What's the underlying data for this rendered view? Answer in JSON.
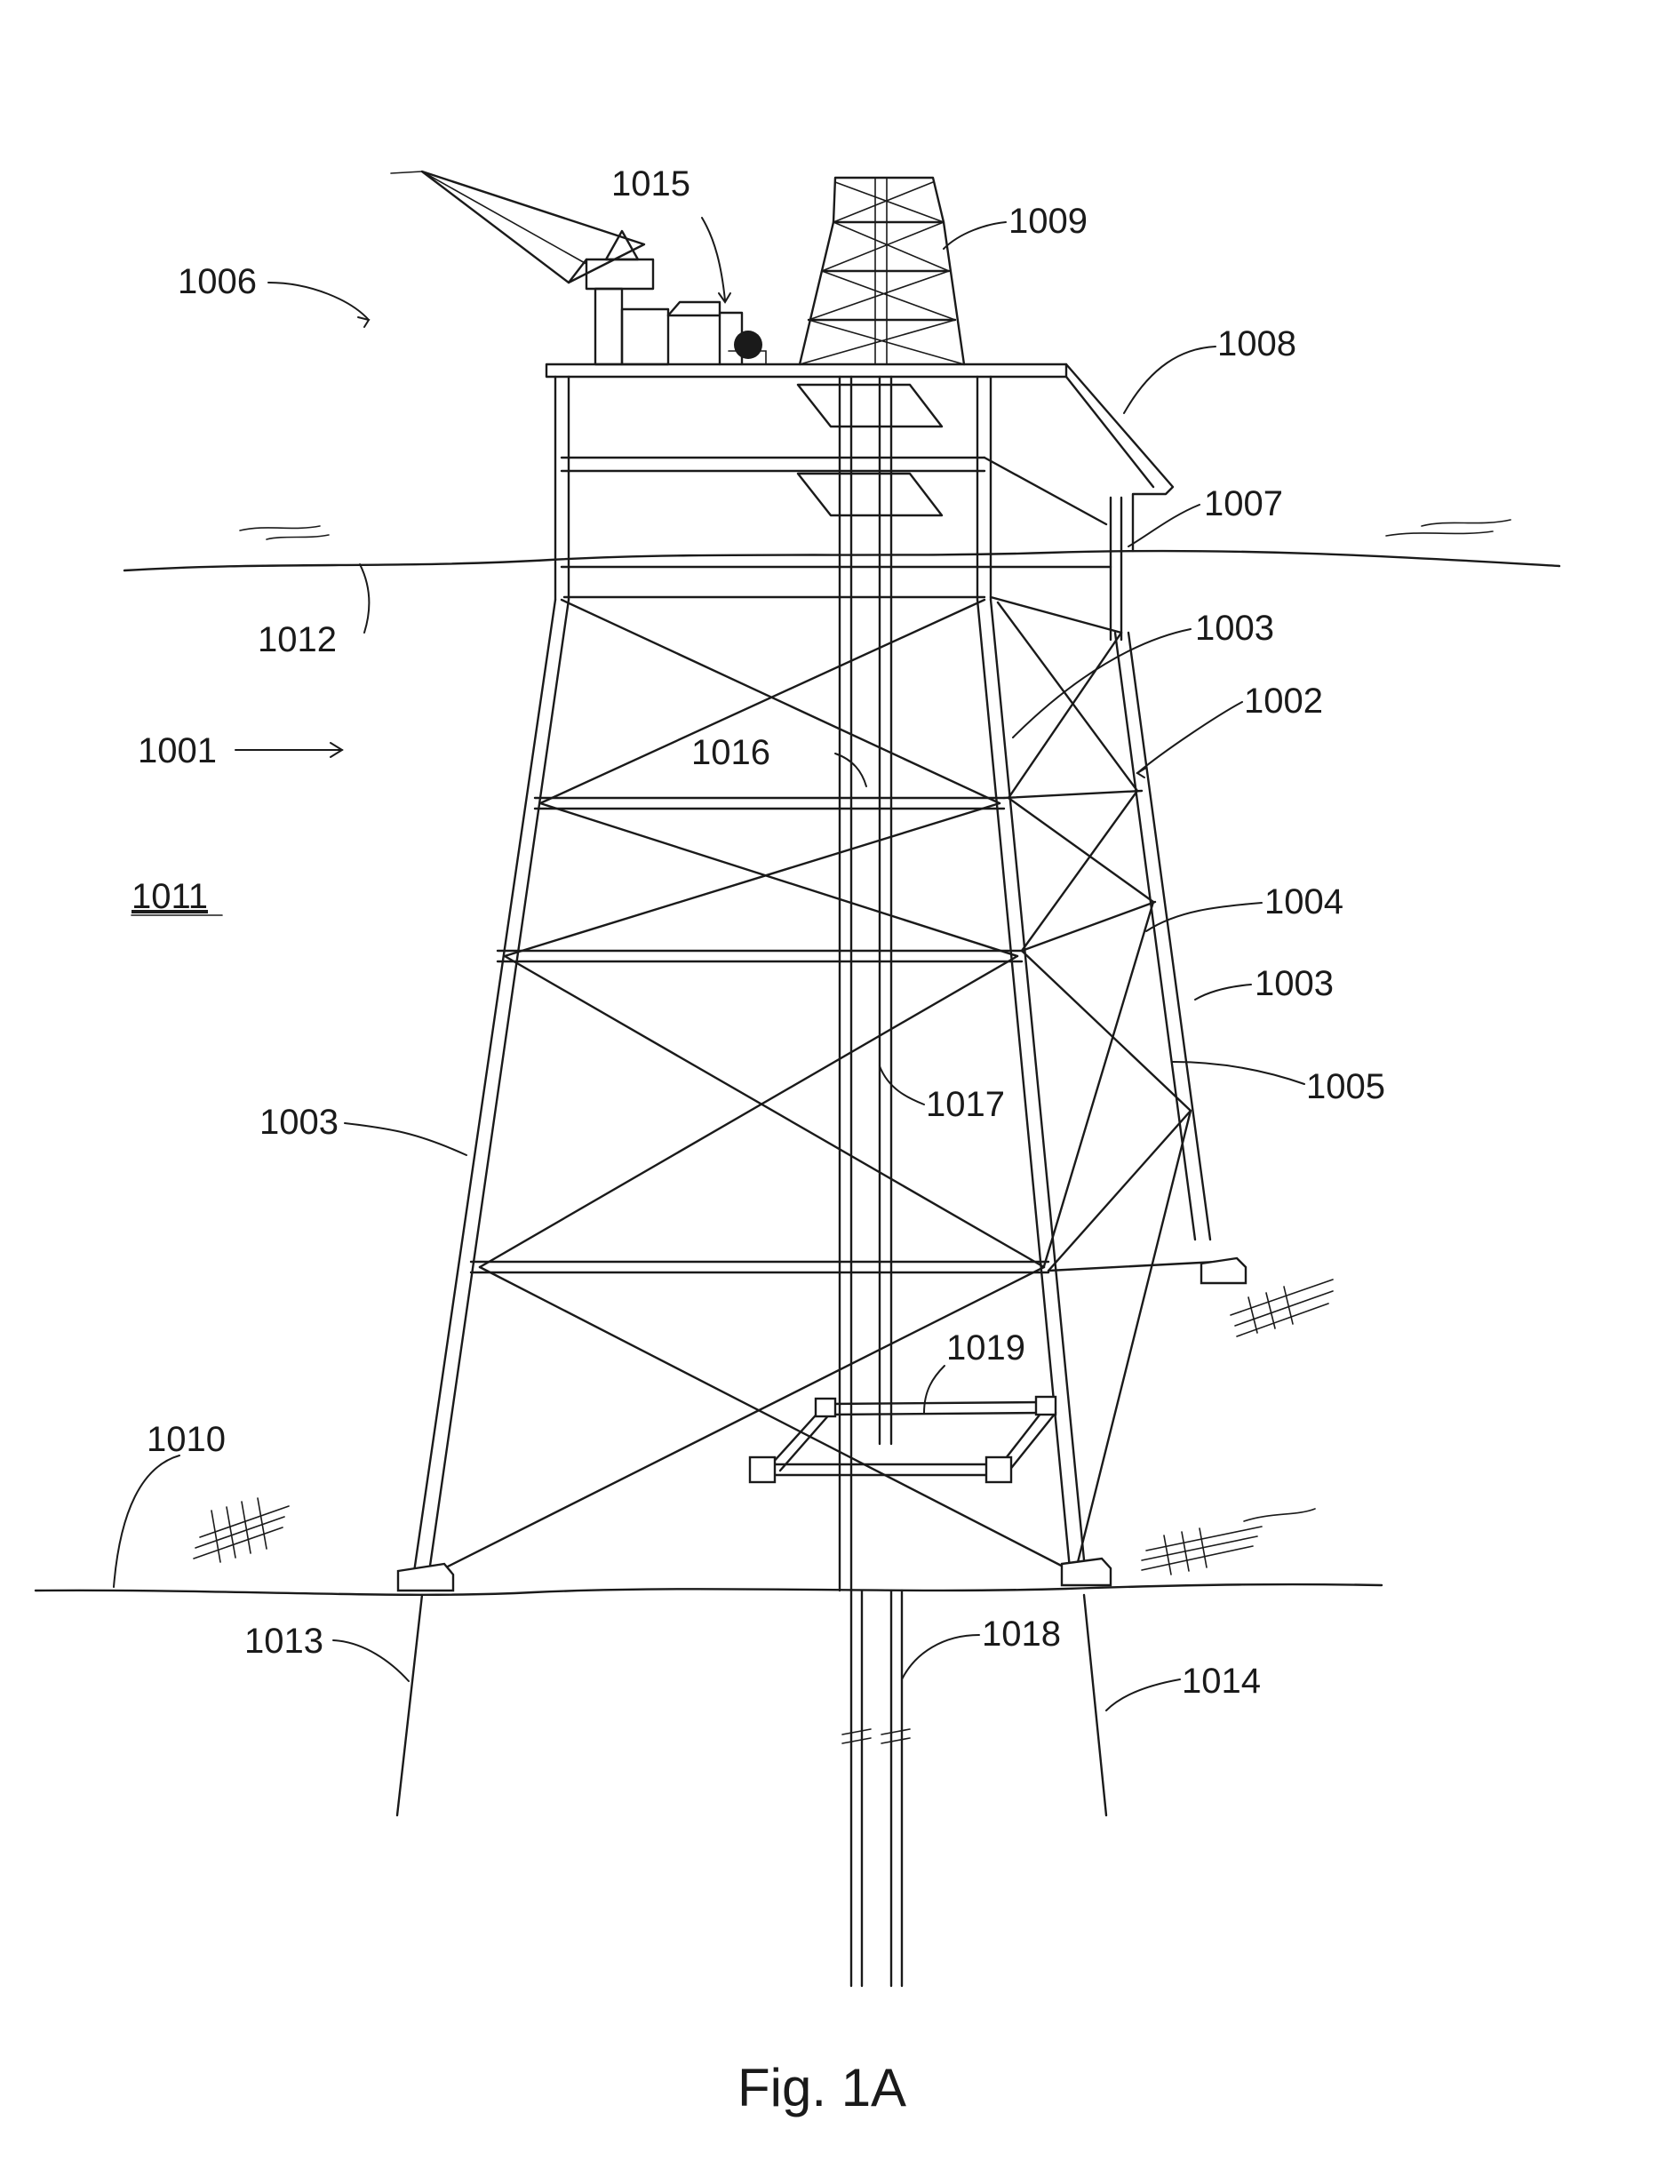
{
  "figure": {
    "caption": "Fig. 1A",
    "labels": {
      "r1001": "1001",
      "r1002": "1002",
      "r1003a": "1003",
      "r1003b": "1003",
      "r1003c": "1003",
      "r1004": "1004",
      "r1005": "1005",
      "r1006": "1006",
      "r1007": "1007",
      "r1008": "1008",
      "r1009": "1009",
      "r1010": "1010",
      "r1011": "1011",
      "r1012": "1012",
      "r1013": "1013",
      "r1014": "1014",
      "r1015": "1015",
      "r1016": "1016",
      "r1017": "1017",
      "r1018": "1018",
      "r1019": "1019"
    }
  }
}
